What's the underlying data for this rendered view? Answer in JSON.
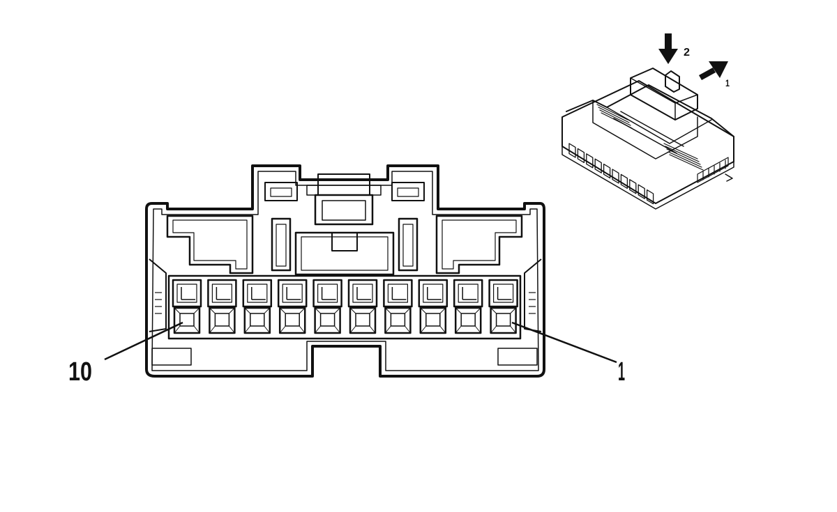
{
  "callouts": {
    "left_pin": "10",
    "right_pin": "1"
  },
  "release_steps": {
    "push": "2",
    "pull": "1"
  },
  "connector": {
    "cavity_count": 10
  },
  "colors": {
    "line": "#111111",
    "background": "#ffffff"
  }
}
